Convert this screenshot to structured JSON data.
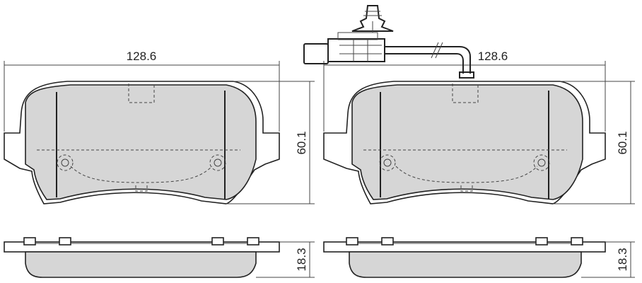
{
  "dimensions": {
    "left_width": "128.6",
    "right_width": "128.6",
    "left_height": "60.1",
    "right_height": "60.1",
    "left_thickness": "18.3",
    "right_thickness": "18.3"
  },
  "colors": {
    "pad_fill": "#d6d6d6",
    "line": "#222222"
  }
}
